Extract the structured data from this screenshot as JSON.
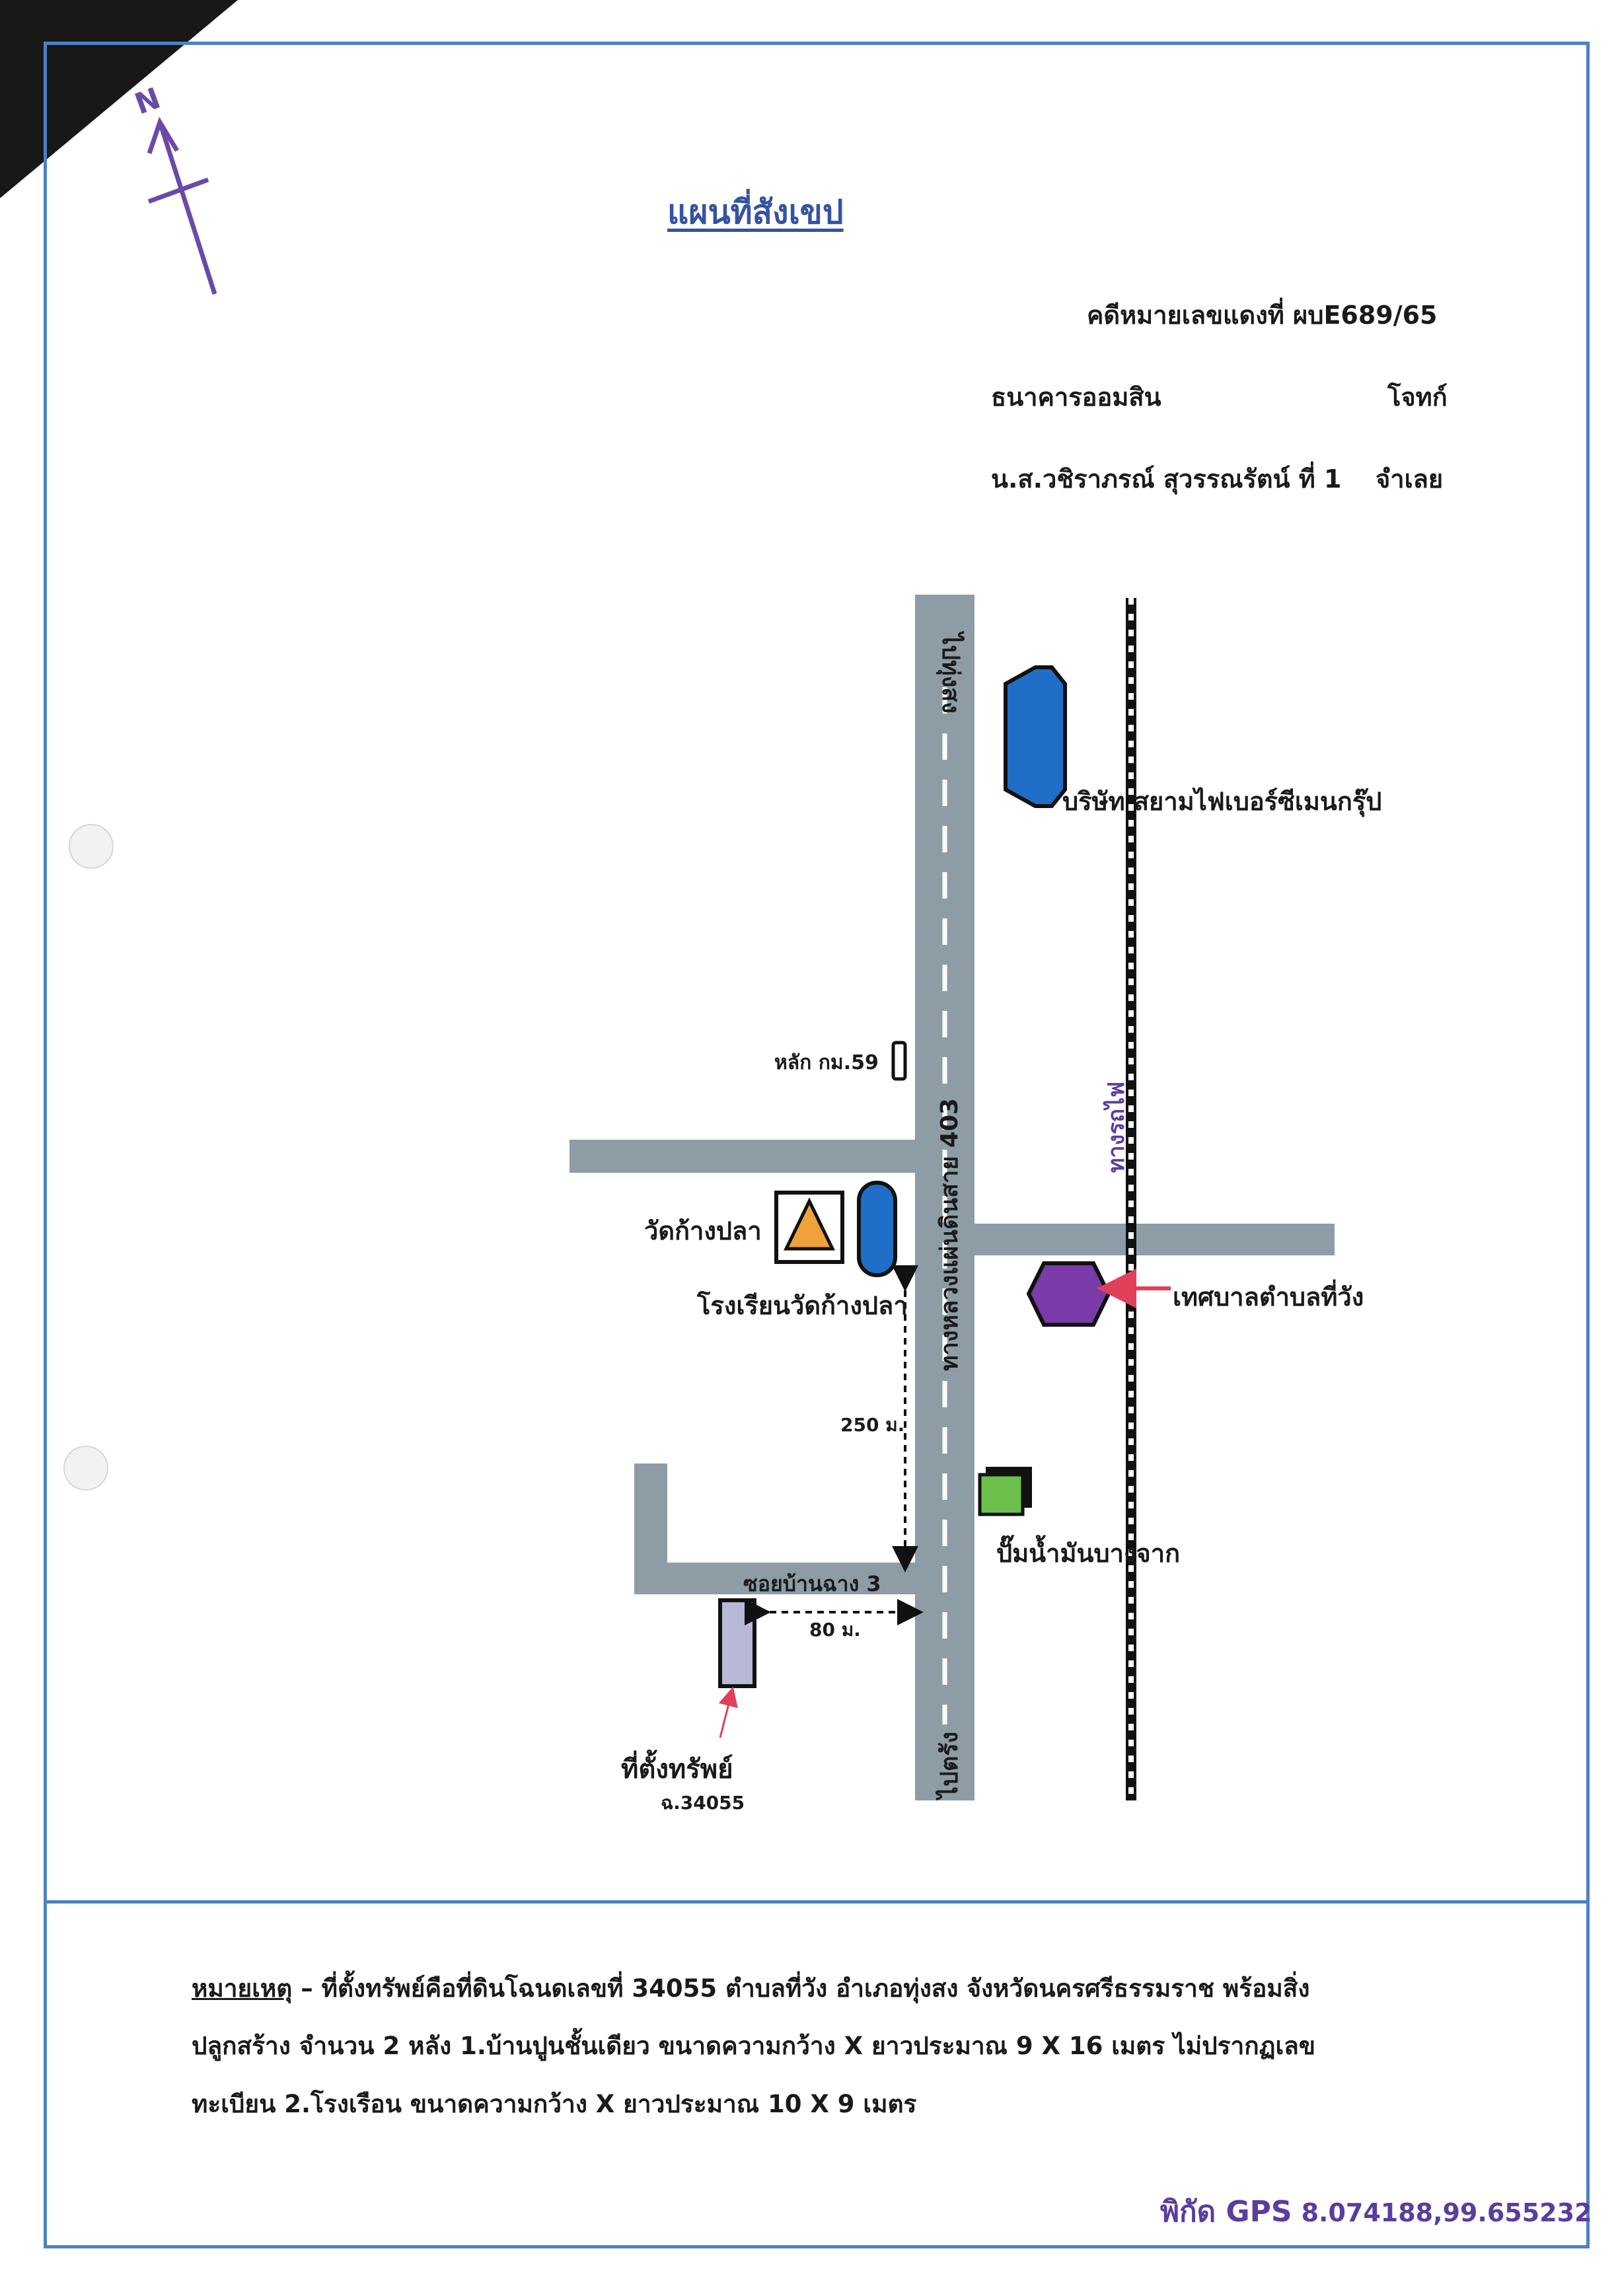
{
  "title": "แผนที่สังเขป",
  "case": {
    "case_number": "คดีหมายเลขแดงที่ ผบE689/65",
    "plaintiff": "ธนาคารออมสิน",
    "plaintiff_role": "โจทก์",
    "defendant": "น.ส.วชิราภรณ์ สุวรรณรัตน์ ที่ 1",
    "defendant_role": "จำเลย"
  },
  "map": {
    "north_label": "N",
    "road_main": "ทางหลวงแผ่นดินสาย 403",
    "to_north": "ไปทุ่งสง",
    "to_south": "ไปตรัง",
    "railway": "ทางรถไฟ",
    "company": "บริษัท สยามไฟเบอร์ซีเมนกรุ๊ป",
    "km_marker": "หลัก กม.59",
    "temple": "วัดก้างปลา",
    "school": "โรงเรียนวัดก้างปลา",
    "municipality": "เทศบาลตำบลที่วัง",
    "gas_station": "ปั๊มน้ำมันบางจาก",
    "soi": "ซอยบ้านฉาง 3",
    "dist_250": "250 ม.",
    "dist_80": "80 ม.",
    "property": "ที่ตั้งทรัพย์",
    "deed": "ฉ.34055",
    "colors": {
      "road": "#8e9ca6",
      "road_center": "#ffffff",
      "rail": "#111111",
      "company": "#1f6fc8",
      "school": "#1f6fc8",
      "temple_triangle": "#f0a23a",
      "municipality": "#7a3aa8",
      "gas_station": "#6cbf4a",
      "property": "#b7b9d6",
      "arrow_red": "#e0405a",
      "north": "#6a4aa8"
    }
  },
  "remarks": {
    "key": "หมายเหตุ",
    "line1": "– ที่ตั้งทรัพย์คือที่ดินโฉนดเลขที่ 34055 ตำบลที่วัง อำเภอทุ่งสง จังหวัดนครศรีธรรมราช พร้อมสิ่ง",
    "line2": "ปลูกสร้าง จำนวน 2 หลัง 1.บ้านปูนชั้นเดียว ขนาดความกว้าง X ยาวประมาณ 9 X 16 เมตร ไม่ปรากฏเลข",
    "line3": "ทะเบียน 2.โรงเรือน ขนาดความกว้าง X ยาวประมาณ 10 X 9 เมตร"
  },
  "gps": {
    "label": "พิกัด GPS",
    "value": "8.074188,99.655232"
  }
}
